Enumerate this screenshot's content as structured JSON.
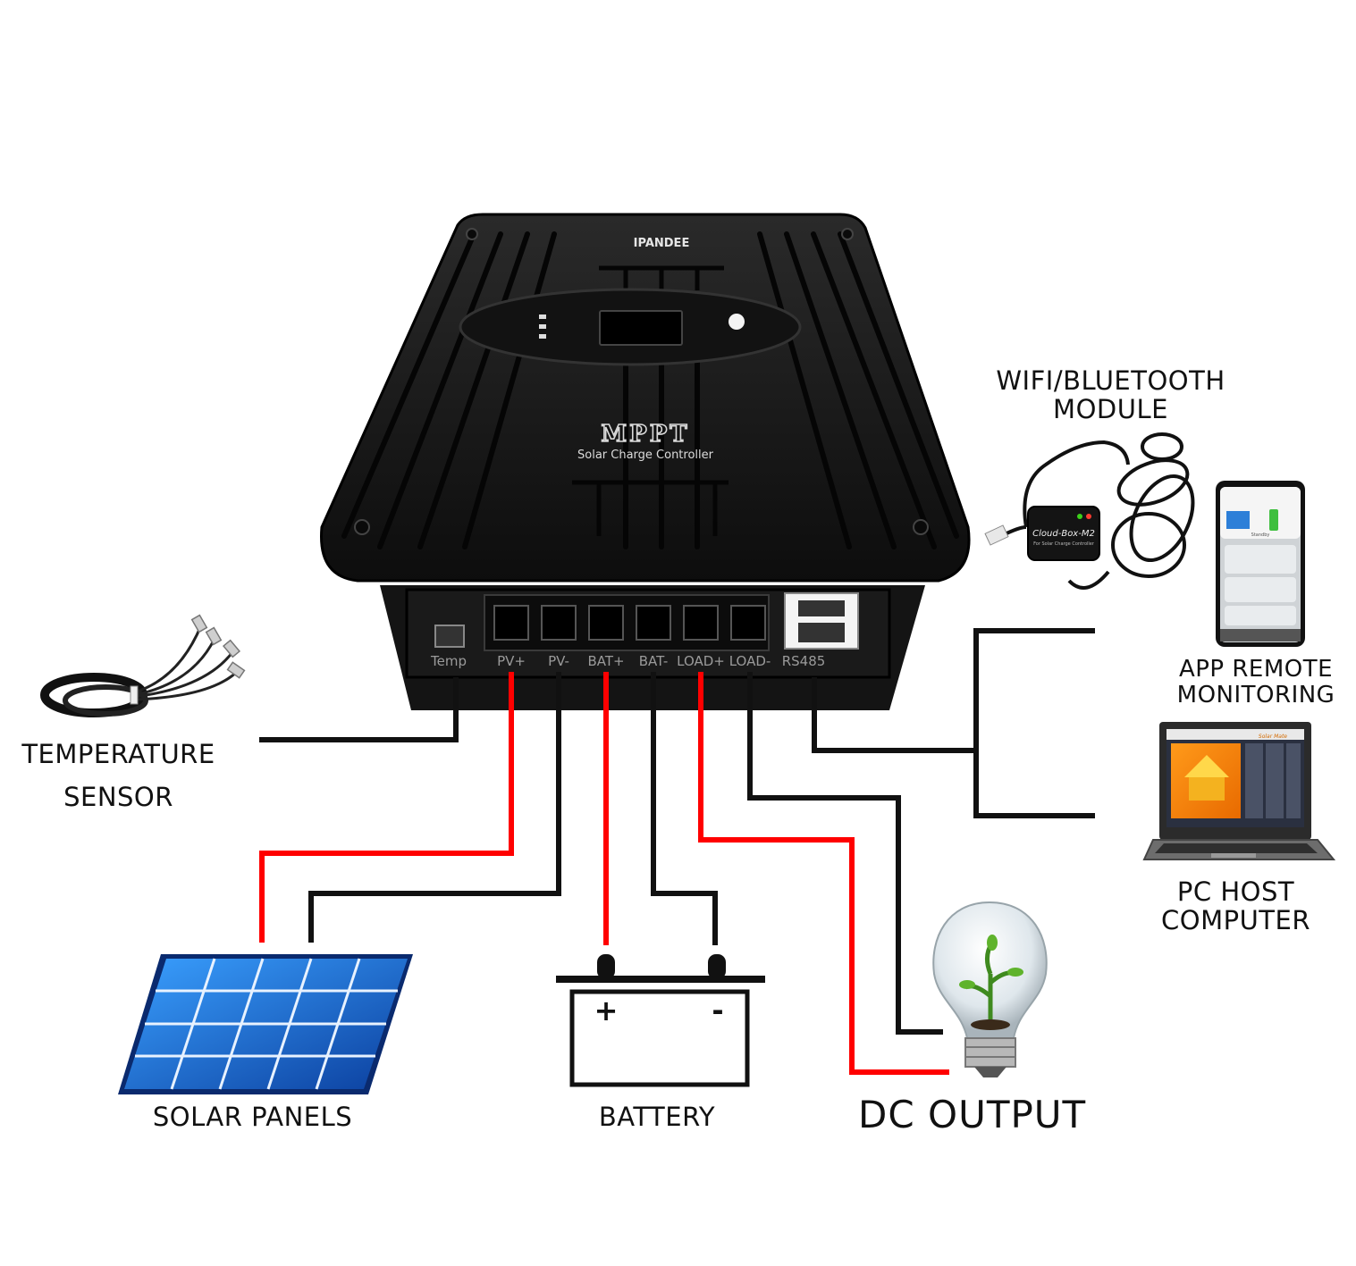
{
  "brand": "IPANDEE",
  "controller": {
    "badge": "MPPT",
    "subtitle": "Solar Charge Controller",
    "terminals": [
      "Temp",
      "PV+",
      "PV-",
      "BAT+",
      "BAT-",
      "LOAD+",
      "LOAD-",
      "RS485"
    ]
  },
  "labels": {
    "temperature_sensor": [
      "TEMPERATURE",
      "SENSOR"
    ],
    "solar_panels": "SOLAR PANELS",
    "battery": "BATTERY",
    "dc_output": "DC OUTPUT",
    "wifi_module": [
      "WIFI/BLUETOOTH",
      "MODULE"
    ],
    "app_monitoring": [
      "APP REMOTE",
      "MONITORING"
    ],
    "pc_host": [
      "PC HOST",
      "COMPUTER"
    ]
  },
  "battery_symbols": {
    "plus": "+",
    "minus": "-"
  },
  "module_label": "Cloud-Box-M2",
  "module_sub": "For Solar Charge Controller",
  "phone": {
    "status": "Standby"
  },
  "laptop": {
    "app_name": "Solar Mate"
  },
  "colors": {
    "positive_wire": "#ff0000",
    "negative_wire": "#111111",
    "controller_body": "#1b1b1b",
    "panel_blue": "#1f6fd6"
  }
}
